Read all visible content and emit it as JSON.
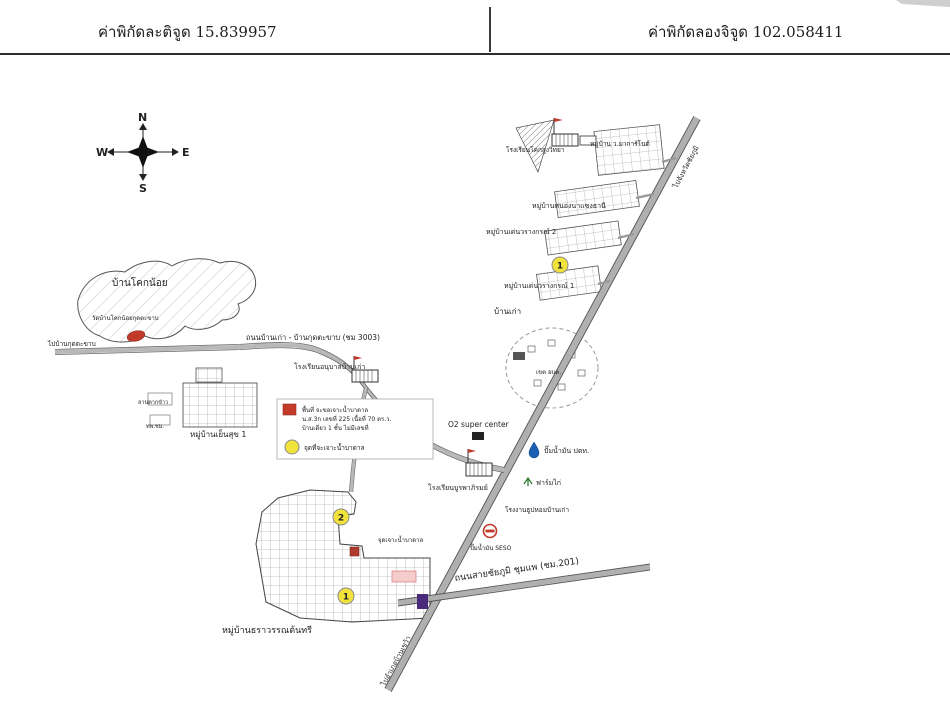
{
  "header": {
    "latitude": "ค่าพิกัดละติจูด 15.839957",
    "longitude": "ค่าพิกัดลองจิจูด 102.058411"
  },
  "compass": {
    "n": "N",
    "e": "E",
    "s": "S",
    "w": "W"
  },
  "legend": {
    "area_line1": "พื้นที่ จะขอเจาะน้ำบาดาล",
    "area_line2": "น.ส.3ก เลขที่ 225 เนื้อที่ 70 ตร.ว.",
    "area_line3": "บ้านเดี่ยว 1 ชั้น ไม่มีเลขที่",
    "well_label": "จุดที่จะเจาะน้ำบาดาล"
  },
  "markers": {
    "point1": "1",
    "point2": "2",
    "point3": "1"
  },
  "labels": {
    "ban_khok_noi": "บ้านโคกน้อย",
    "wat_khok_noi": "วัดบ้านโคกน้อยกุดตะขาบ",
    "to_kut_takhap": "ไปบ้านกุดตะขาบ",
    "road_3003": "ถนนบ้านเก่า - บ้านกุดตะขาบ (ชม 3003)",
    "school_anuban": "โรงเรียนอนุบาลบ้านเก่า",
    "rice_yard": "ลานตากข้าว",
    "thp_chm": "ทพ.ชม.",
    "yen_suk_village": "หมู่บ้านเย็นสุข 1",
    "o2_center": "O2 super center",
    "school_burapha": "โรงเรียนบูรพาภิรมย์",
    "ptt_station": "ปั๊มน้ำมัน ปตท.",
    "chicken_farm": "ฟาร์มไก่",
    "incense_factory": "โรงงานธูปหอมบ้านเก่า",
    "seso_station": "ปั๊มน้ำมัน SESO",
    "road_201": "ถนนสายชัยภูมิ ชุมแพ (ชม.201)",
    "tharawan_village": "หมู่บ้านธราวรรณต้นทรี",
    "drill_note": "จุดเจาะน้ำบาดาล",
    "nong_na_saeng_village": "หมู่บ้านหนองนาแซงธานี",
    "den_warang_2": "หมู่บ้านเด่นวรางกรณ์ 2",
    "den_warang_1": "หมู่บ้านเด่นวรางกรณ์ 1",
    "ban_kao": "บ้านเก่า",
    "khet_abt": "เขต อบต.",
    "school_khok_sung": "โรงเรียนโคกสูงวิทยา",
    "marnot_village": "หมู่บ้าน ว.มาการ์โนต์",
    "to_chaiyaphum": "ไปจังหวัดชัยภูมิ",
    "to_ban_khwao": "ไปอำเภอบ้านเขว้า"
  },
  "colors": {
    "marker_yellow": "#f2e33c",
    "legend_red": "#c43b2a",
    "compass_north_red": "#cc3300",
    "ptt_blue": "#1a5fb4"
  }
}
